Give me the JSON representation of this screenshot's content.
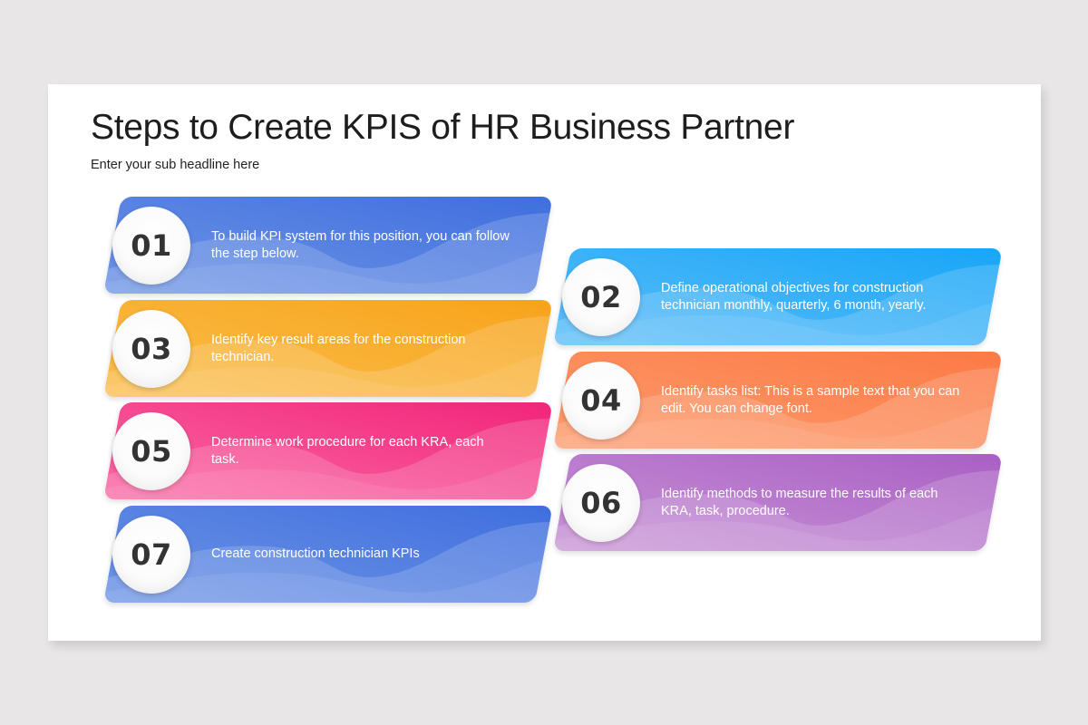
{
  "slide": {
    "title": "Steps to Create KPIS of HR Business Partner",
    "subtitle": "Enter your sub headline here"
  },
  "steps": [
    {
      "number": "01",
      "text": "To build KPI system for this position, you can follow the step below.",
      "color_start": "#6f95e6",
      "color_end": "#3f6fde",
      "column": "left"
    },
    {
      "number": "02",
      "text": "Define operational objectives for construction technician monthly, quarterly, 6 month, yearly.",
      "color_start": "#5fbdf8",
      "color_end": "#17a6f7",
      "column": "right"
    },
    {
      "number": "03",
      "text": "Identify key result areas for the construction technician.",
      "color_start": "#fbbf4d",
      "color_end": "#f7a31a",
      "column": "left"
    },
    {
      "number": "04",
      "text": "Identify tasks list: This is a sample text that you can edit. You can change font.",
      "color_start": "#fd9c6e",
      "color_end": "#fc7a45",
      "column": "right"
    },
    {
      "number": "05",
      "text": "Determine work procedure for each KRA, each task.",
      "color_start": "#fb6aa5",
      "color_end": "#f1257a",
      "column": "left"
    },
    {
      "number": "06",
      "text": "Identify methods to measure the results of each KRA, task, procedure.",
      "color_start": "#c995d6",
      "color_end": "#a95fc4",
      "column": "right"
    },
    {
      "number": "07",
      "text": "Create construction technician KPIs",
      "color_start": "#6f95e6",
      "color_end": "#3f6fde",
      "column": "left"
    }
  ]
}
